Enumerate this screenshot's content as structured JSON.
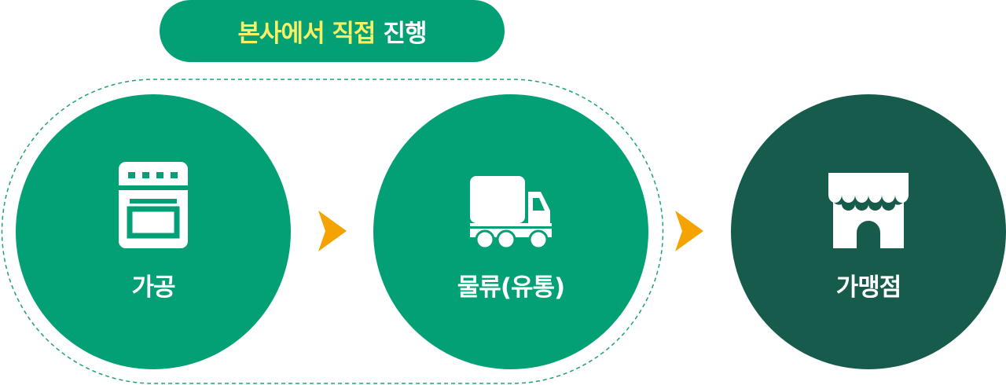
{
  "header": {
    "highlight": "본사에서 직접",
    "rest": "진행"
  },
  "steps": [
    {
      "label": "가공",
      "icon": "oven-icon"
    },
    {
      "label": "물류(유통)",
      "icon": "truck-icon"
    },
    {
      "label": "가맹점",
      "icon": "store-icon"
    }
  ],
  "colors": {
    "primary": "#02a074",
    "dark": "#165b4b",
    "highlight": "#f7f065",
    "arrow": "#f4a300"
  }
}
